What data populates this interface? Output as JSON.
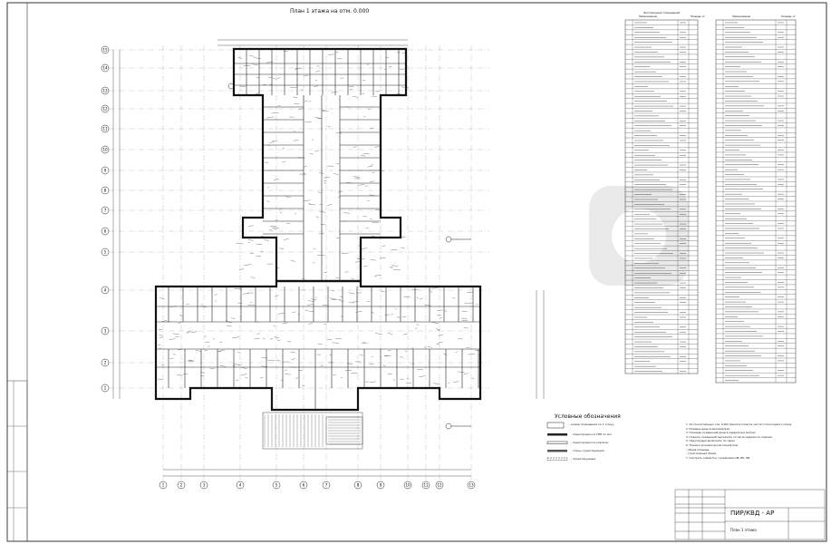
{
  "plan": {
    "title": "План 1 этажа на отм. 0.000"
  },
  "legend": {
    "title": "Условные обозначения",
    "items": [
      "- номер помещения по 1 этажу",
      "- перегородки из ГВЛ по м/к",
      "- перегородки из кирпича",
      "- стены существующие",
      "- проектируемые"
    ]
  },
  "explication": {
    "title": "Экспликация помещений",
    "col_name": "Наименование",
    "col_area": "Площадь, м²"
  },
  "notes": {
    "lines": [
      "1. За относительную отм. 0.000 принята отметка чистого пола первого этажа",
      "2. Размеры даны в миллиметрах",
      "3. Площади помещений даны в квадратных метрах",
      "4. Отделку помещений выполнять согласно ведомости отделки",
      "5. Перегородки выполнять по серии",
      "6. Технико-экономические показатели:",
      "   - общая площадь",
      "   - строительный объем",
      "7. Смотреть совместно с разделами ОВ, ВК, ЭМ"
    ]
  },
  "title_block": {
    "code": "ПИР/КВД - АР",
    "sheet": "План 1 этажа"
  },
  "axes": {
    "bottom": [
      "1",
      "2",
      "3",
      "4",
      "5",
      "6",
      "7",
      "8",
      "9",
      "10",
      "11",
      "12",
      "13"
    ],
    "left": [
      "15",
      "14",
      "13",
      "12",
      "11",
      "10",
      "9",
      "8",
      "7",
      "6",
      "5",
      "4",
      "3",
      "2",
      "1"
    ]
  }
}
